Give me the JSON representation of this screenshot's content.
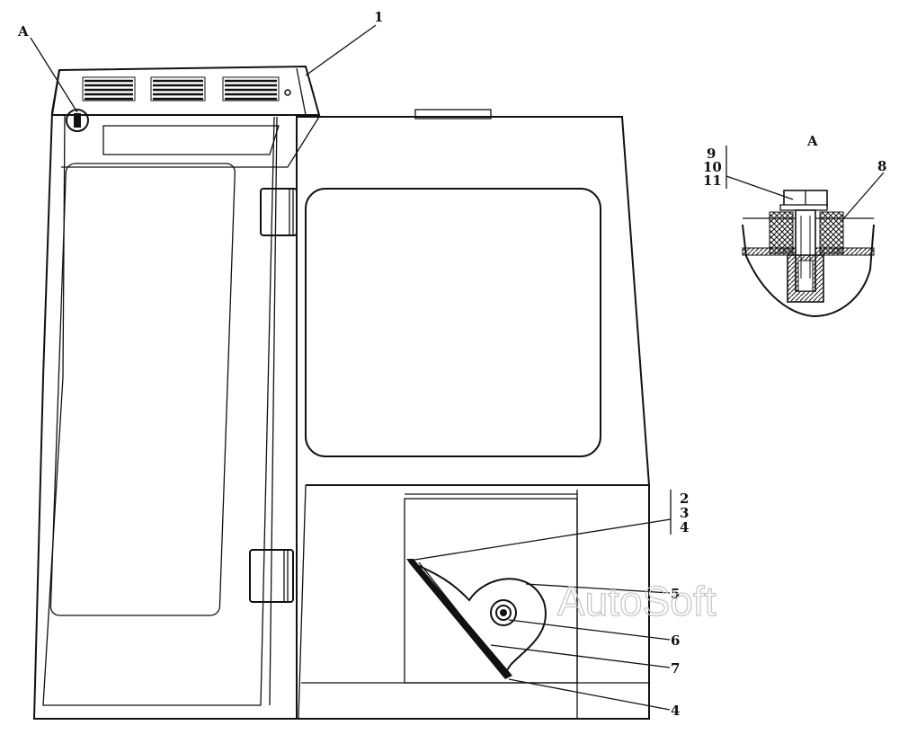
{
  "labels": {
    "detail_ref": "A",
    "detail_title": "A",
    "c1": "1",
    "c2": "2",
    "c3": "3",
    "c4a": "4",
    "c5": "5",
    "c6": "6",
    "c7": "7",
    "c4b": "4",
    "c8": "8",
    "c9": "9",
    "c10": "10",
    "c11": "11"
  },
  "watermark": "AutoSoft"
}
